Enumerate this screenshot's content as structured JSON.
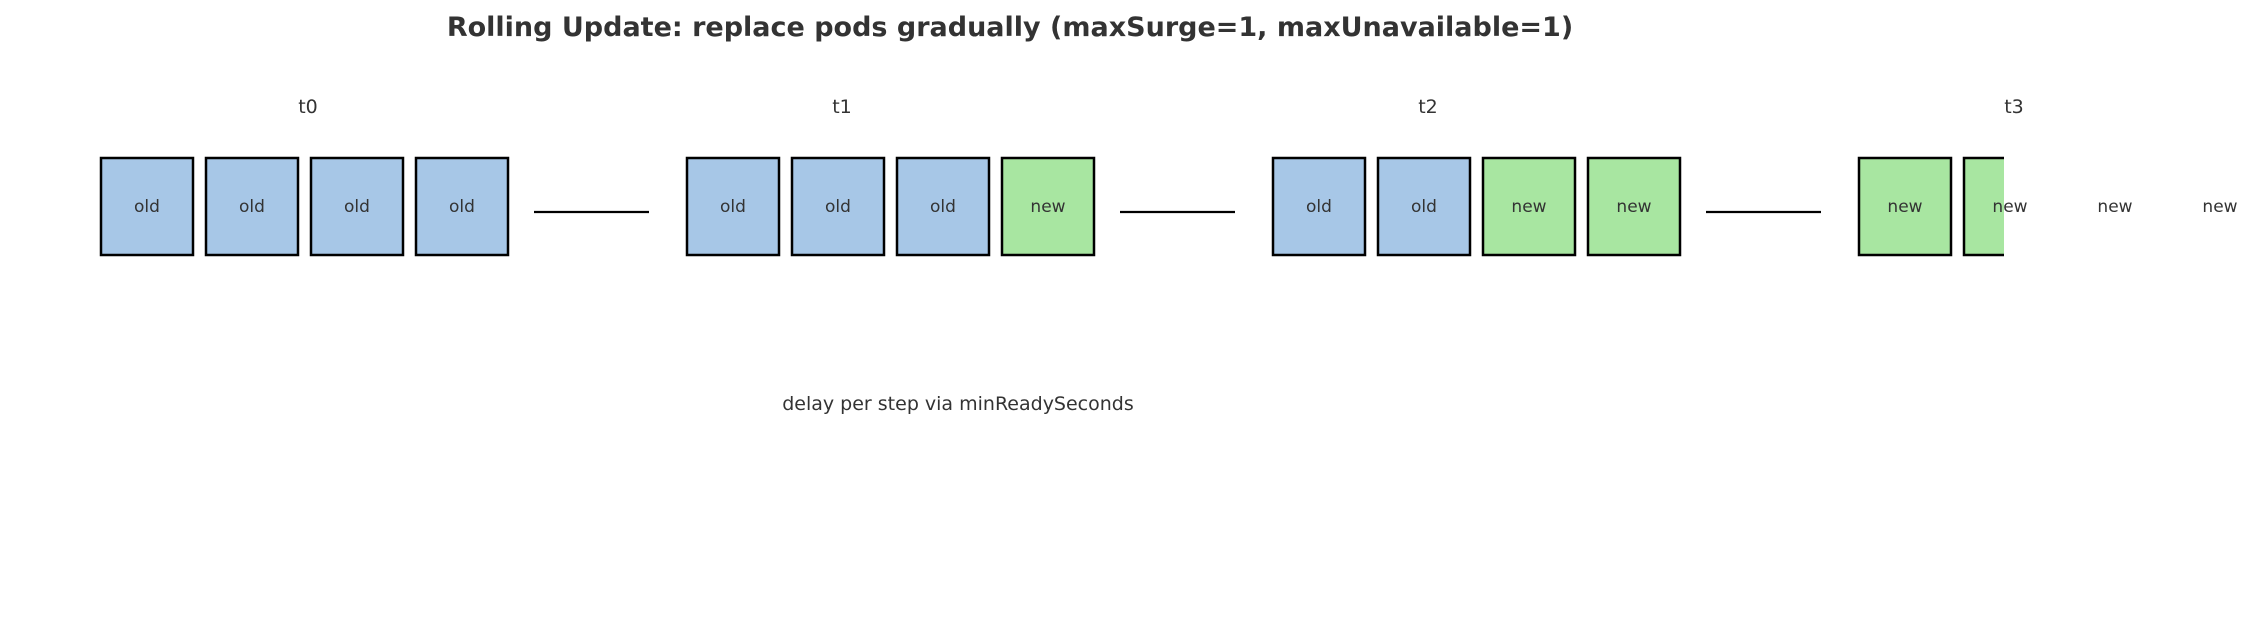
{
  "title": "Rolling Update: replace pods gradually (maxSurge=1, maxUnavailable=1)",
  "note": "delay per step via minReadySeconds",
  "colors": {
    "old_pod": "#a7c7e7",
    "new_pod": "#a8e6a1",
    "border": "#000000",
    "text": "#333333"
  },
  "steps": [
    {
      "label": "t0",
      "pods": [
        {
          "text": "old",
          "kind": "old"
        },
        {
          "text": "old",
          "kind": "old"
        },
        {
          "text": "old",
          "kind": "old"
        },
        {
          "text": "old",
          "kind": "old"
        }
      ]
    },
    {
      "label": "t1",
      "pods": [
        {
          "text": "old",
          "kind": "old"
        },
        {
          "text": "old",
          "kind": "old"
        },
        {
          "text": "old",
          "kind": "old"
        },
        {
          "text": "new",
          "kind": "new"
        }
      ]
    },
    {
      "label": "t2",
      "pods": [
        {
          "text": "old",
          "kind": "old"
        },
        {
          "text": "old",
          "kind": "old"
        },
        {
          "text": "new",
          "kind": "new"
        },
        {
          "text": "new",
          "kind": "new"
        }
      ]
    },
    {
      "label": "t3",
      "pods": [
        {
          "text": "new",
          "kind": "new"
        },
        {
          "text": "new",
          "kind": "new"
        },
        {
          "text": "new",
          "kind": "new"
        },
        {
          "text": "new",
          "kind": "new"
        }
      ]
    }
  ]
}
